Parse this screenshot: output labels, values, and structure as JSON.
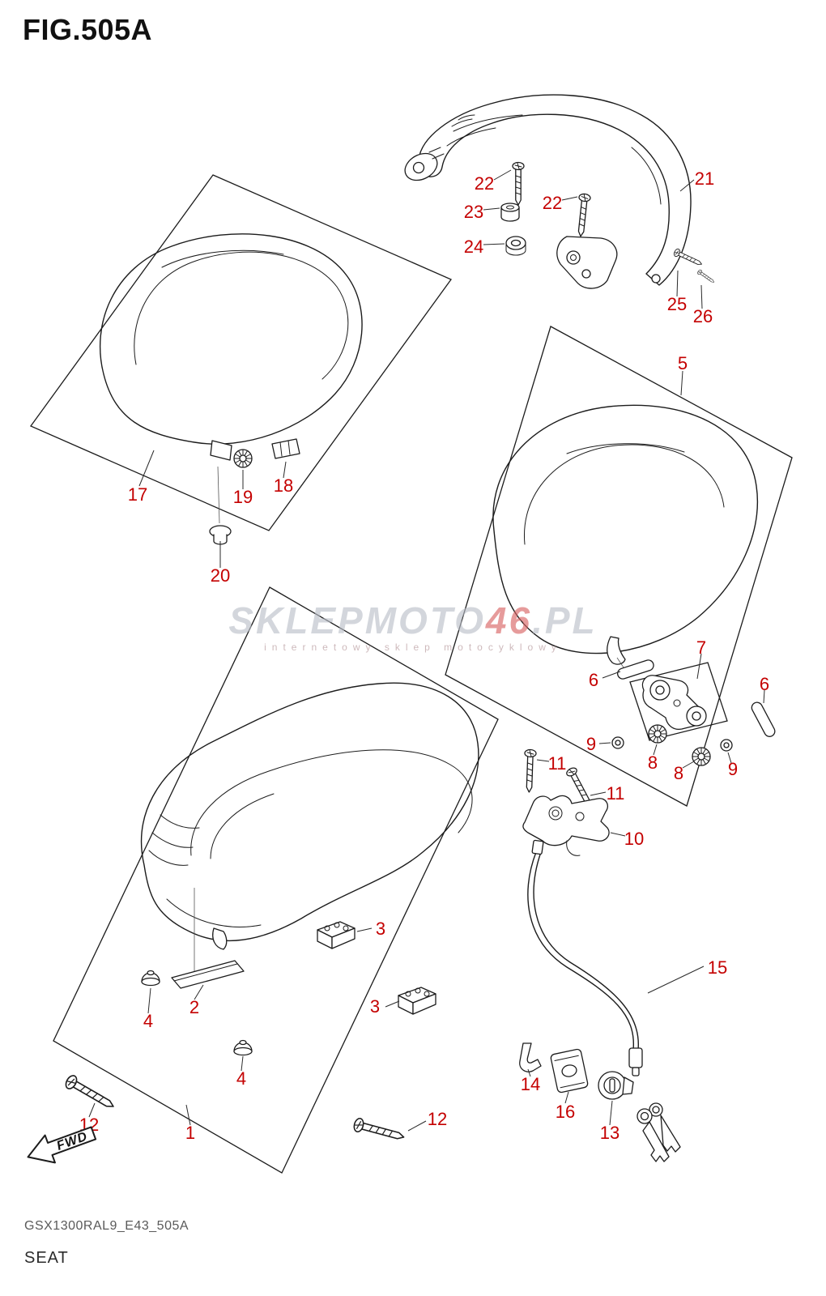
{
  "title": "FIG.505A",
  "fwd": "FWD",
  "watermark": {
    "part1": "SKLEPMOTO",
    "part2": "46",
    "part3": ".PL",
    "sub": "internetowy sklep motocyklowy"
  },
  "footer": {
    "code": "GSX1300RAL9_E43_505A",
    "name": "SEAT"
  },
  "colors": {
    "callout": "#c40000",
    "line": "#1c1c1c",
    "watermark_gray": "#b9bec7",
    "watermark_red": "#d85f5f"
  },
  "callouts": [
    {
      "text": "22"
    },
    {
      "text": "23"
    },
    {
      "text": "22"
    },
    {
      "text": "24"
    },
    {
      "text": "21"
    },
    {
      "text": "25"
    },
    {
      "text": "26"
    },
    {
      "text": "5"
    },
    {
      "text": "17"
    },
    {
      "text": "19"
    },
    {
      "text": "18"
    },
    {
      "text": "20"
    },
    {
      "text": "6"
    },
    {
      "text": "7"
    },
    {
      "text": "6"
    },
    {
      "text": "9"
    },
    {
      "text": "8"
    },
    {
      "text": "8"
    },
    {
      "text": "9"
    },
    {
      "text": "11"
    },
    {
      "text": "11"
    },
    {
      "text": "10"
    },
    {
      "text": "15"
    },
    {
      "text": "14"
    },
    {
      "text": "16"
    },
    {
      "text": "13"
    },
    {
      "text": "3"
    },
    {
      "text": "2"
    },
    {
      "text": "4"
    },
    {
      "text": "3"
    },
    {
      "text": "4"
    },
    {
      "text": "12"
    },
    {
      "text": "1"
    },
    {
      "text": "12"
    }
  ]
}
